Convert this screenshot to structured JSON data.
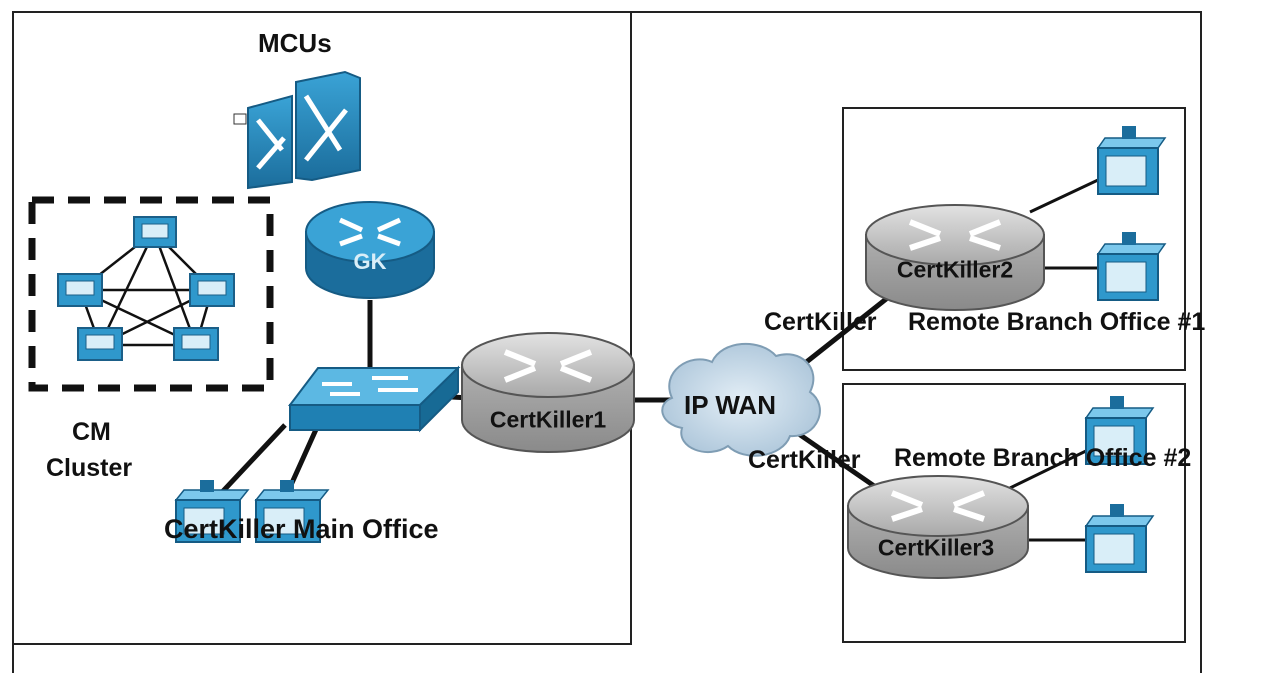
{
  "labels": {
    "mcus": "MCUs",
    "gk": "GK",
    "cm_cluster_line1": "CM",
    "cm_cluster_line2": "Cluster",
    "main_office": "CertKiller Main Office",
    "router1": "CertKiller1",
    "router2": "CertKiller2",
    "router3": "CertKiller3",
    "ip_wan": "IP WAN",
    "link_remote1": "CertKiller",
    "remote1": "Remote Branch Office #1",
    "link_remote2": "CertKiller",
    "remote2": "Remote Branch Office #2"
  },
  "colors": {
    "device_blue": "#2b8fc4",
    "device_dark_blue": "#1d6f9e",
    "phone_blue": "#3a9fd0",
    "router_gray": "#b9b9b9",
    "router_dark_gray": "#8c8c8c",
    "cloud": "#c6d9e8",
    "line": "#111111"
  }
}
